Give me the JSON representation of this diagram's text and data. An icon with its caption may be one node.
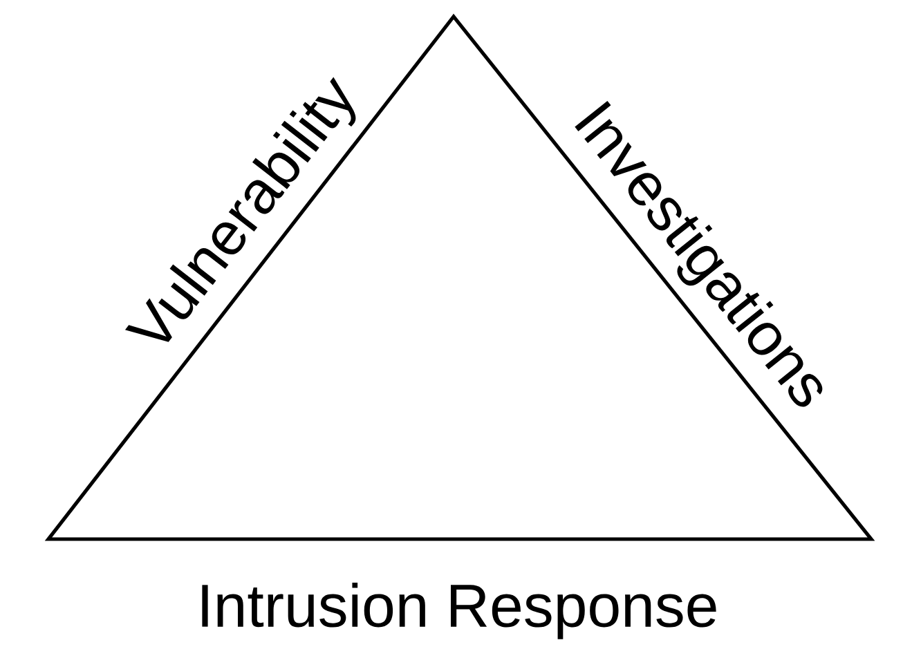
{
  "diagram": {
    "nodes": [
      {
        "text": [],
        "shape": "triangle",
        "beside": [
          "Vulnerability",
          "Investigations",
          "Intrusion Response"
        ]
      }
    ]
  }
}
